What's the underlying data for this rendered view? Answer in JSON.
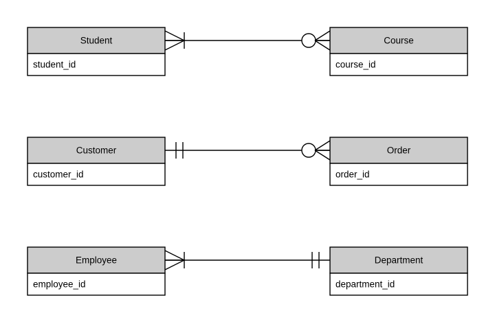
{
  "diagram": {
    "type": "entity-relationship-diagram",
    "notation": "crows-foot",
    "background_color": "#ffffff",
    "line_color": "#000000",
    "header_fill": "#cccccc",
    "body_fill": "#ffffff",
    "relationships": [
      {
        "id": "student-course",
        "left": {
          "name": "Student",
          "attribute": "student_id",
          "cardinality": "one-or-many",
          "cardinality_symbol": "crows-foot-with-bar"
        },
        "right": {
          "name": "Course",
          "attribute": "course_id",
          "cardinality": "zero-or-many",
          "cardinality_symbol": "circle-with-crows-foot"
        }
      },
      {
        "id": "customer-order",
        "left": {
          "name": "Customer",
          "attribute": "customer_id",
          "cardinality": "exactly-one",
          "cardinality_symbol": "double-bar"
        },
        "right": {
          "name": "Order",
          "attribute": "order_id",
          "cardinality": "zero-or-many",
          "cardinality_symbol": "circle-with-crows-foot"
        }
      },
      {
        "id": "employee-department",
        "left": {
          "name": "Employee",
          "attribute": "employee_id",
          "cardinality": "one-or-many",
          "cardinality_symbol": "crows-foot-with-bar"
        },
        "right": {
          "name": "Department",
          "attribute": "department_id",
          "cardinality": "exactly-one",
          "cardinality_symbol": "double-bar"
        }
      }
    ]
  }
}
